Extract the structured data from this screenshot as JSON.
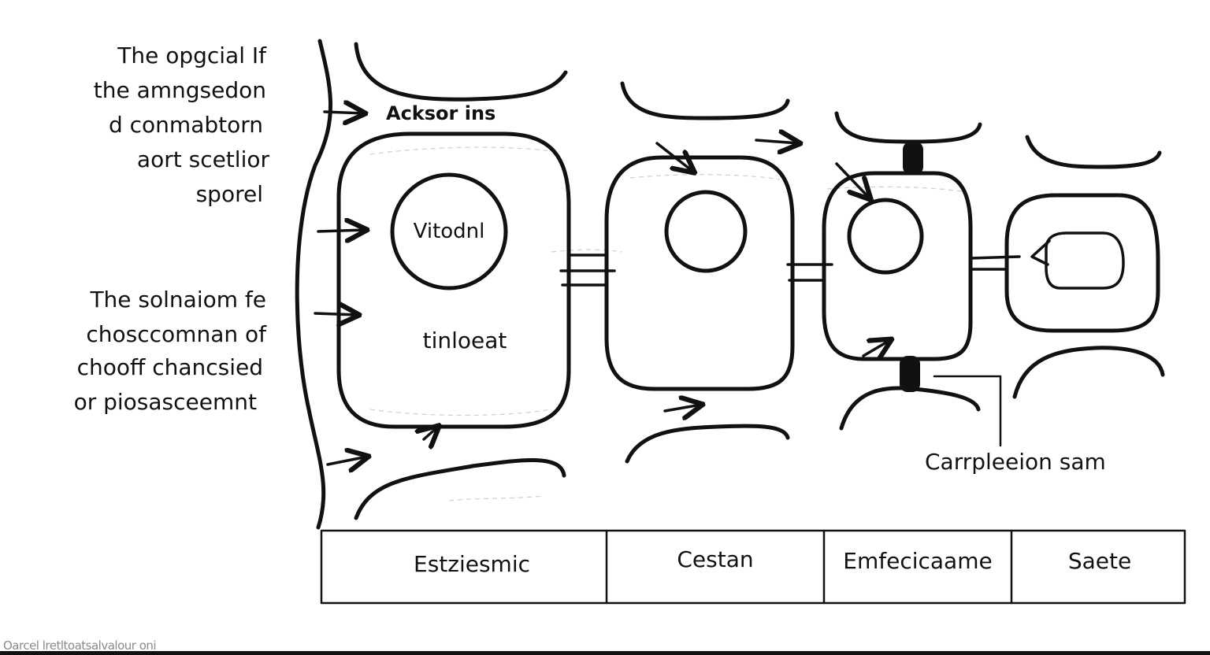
{
  "notes": {
    "top": [
      "The opgcial If",
      "the amngsedon",
      "d conmabtorn",
      "aort scetlior",
      "sporel"
    ],
    "bottom": [
      "The solnaiom fe",
      "chosccomnan of",
      "chooff chancsied",
      "or piosasceemnt"
    ]
  },
  "labels": {
    "arrow_top": "Acksor ins",
    "nucleus_1": "Vitodnl",
    "cell_1_body": "tinloeat",
    "callout": "Carrpleeion sam"
  },
  "table": {
    "cells": [
      "Estziesmic",
      "Cestan",
      "Emfecicaame",
      "Saete"
    ]
  },
  "footer": {
    "caption": "Oarcel lretltoatsalvalour oni"
  },
  "colors": {
    "ink": "#111111",
    "paper": "#ffffff",
    "faint": "#8a8a8a"
  }
}
